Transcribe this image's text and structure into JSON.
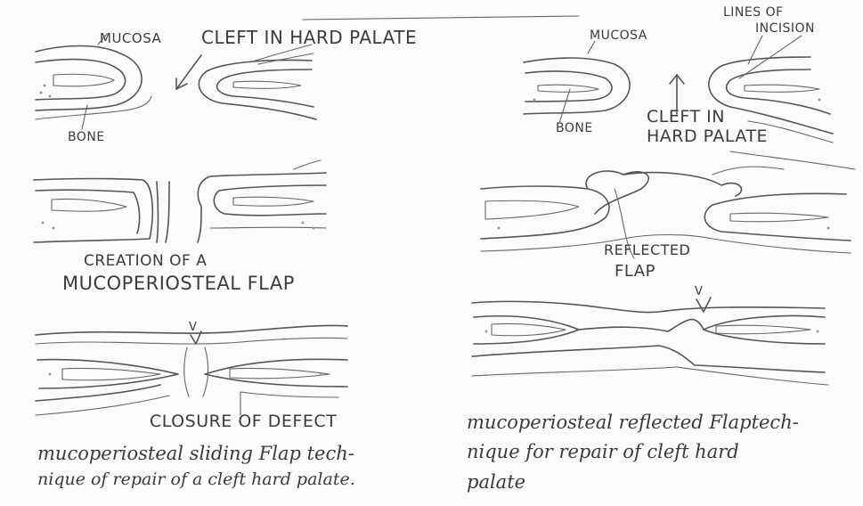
{
  "left": {
    "panel1": {
      "mucosa": "MUCOSA",
      "cleft": "CLEFT IN HARD PALATE",
      "bone": "BONE"
    },
    "panel2": {
      "caption_line1": "CREATION OF A",
      "caption_line2": "MUCOPERIOSTEAL FLAP"
    },
    "panel3": {
      "mark": "V",
      "caption": "CLOSURE OF DEFECT"
    },
    "footer_line1": "mucoperiosteal sliding Flap tech-",
    "footer_line2": "nique of repair of a cleft hard palate."
  },
  "right": {
    "panel1": {
      "mucosa": "MUCOSA",
      "lines_of": "LINES OF",
      "incision": "INCISION",
      "bone": "BONE",
      "cleft_line1": "CLEFT IN",
      "cleft_line2": "HARD PALATE"
    },
    "panel2": {
      "reflected": "REFLECTED",
      "flap": "FLAP"
    },
    "panel3": {
      "mark": "V"
    },
    "footer_line1": "mucoperiosteal reflected Flaptech-",
    "footer_line2": "nique for repair of cleft hard",
    "footer_line3": "palate"
  },
  "colors": {
    "pencil": "#555555",
    "paper": "#fbfbf9"
  }
}
